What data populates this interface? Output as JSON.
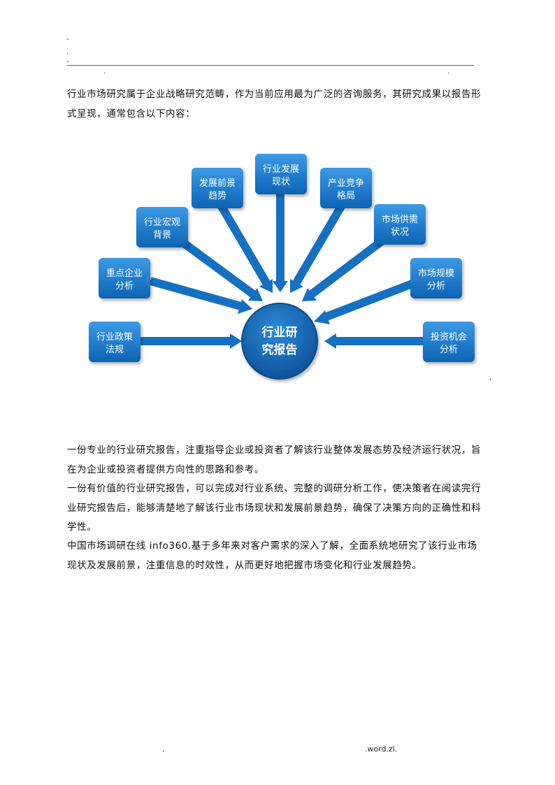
{
  "header": {
    "marks": [
      "-",
      ".",
      "-"
    ],
    "dots": [
      ".",
      "."
    ]
  },
  "intro": "行业市场研究属于企业战略研究范畴，作为当前应用最为广泛的咨询服务，其研究成果以报告形式呈现，通常包含以下内容：",
  "diagram": {
    "center": {
      "line1": "行业研",
      "line2": "究报告"
    },
    "boxes": [
      {
        "line1": "行业政策",
        "line2": "法规"
      },
      {
        "line1": "重点企业",
        "line2": "分析"
      },
      {
        "line1": "行业宏观",
        "line2": "背景"
      },
      {
        "line1": "发展前景",
        "line2": "趋势"
      },
      {
        "line1": "行业发展",
        "line2": "现状"
      },
      {
        "line1": "产业竞争",
        "line2": "格局"
      },
      {
        "line1": "市场供需",
        "line2": "状况"
      },
      {
        "line1": "市场规模",
        "line2": "分析"
      },
      {
        "line1": "投资机会",
        "line2": "分析"
      }
    ],
    "colors": {
      "box": "#1a7fd0",
      "box_dark": "#0b5ea8",
      "arrow": "#1670c2",
      "center": "#0e5fae"
    }
  },
  "paragraphs": [
    "一份专业的行业研究报告，注重指导企业或投资者了解该行业整体发展态势及经济运行状况，旨在为企业或投资者提供方向性的思路和参考。",
    "一份有价值的行业研究报告，可以完成对行业系统、完整的调研分析工作，使决策者在阅读完行业研究报告后，能够清楚地了解该行业市场现状和发展前景趋势，确保了决策方向的正确性和科学性。",
    "中国市场调研在线 info360.基于多年来对客户需求的深入了解，全面系统地研究了该行业市场现状及发展前景，注重信息的时效性，从而更好地把握市场变化和行业发展趋势。"
  ],
  "side_mark": ",",
  "footer": {
    "left": ".",
    "right": ".word.zl."
  }
}
